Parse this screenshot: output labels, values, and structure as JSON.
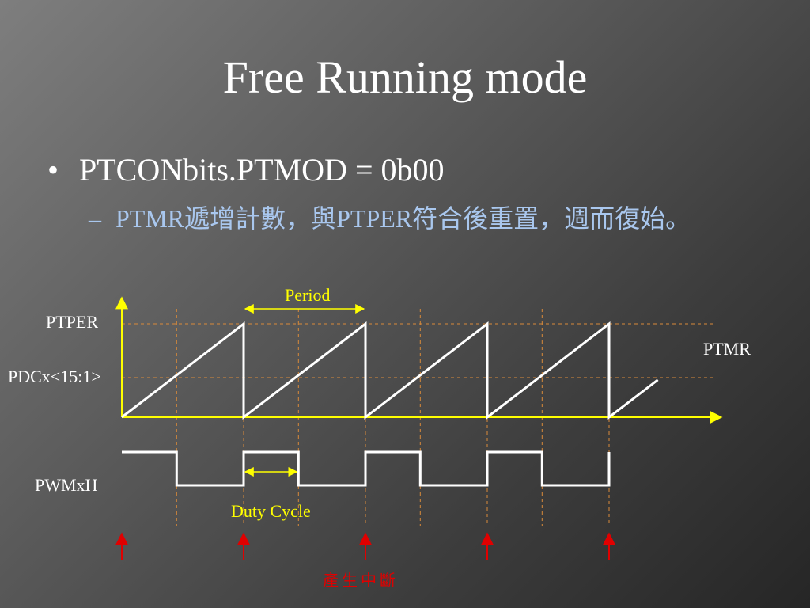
{
  "slide": {
    "title": "Free Running mode",
    "bullet": "PTCONbits.PTMOD = 0b00",
    "sub_dash": "–",
    "sub_bullet": "PTMR遞增計數，與PTPER符合後重置，週而復始。"
  },
  "diagram": {
    "labels": {
      "ptper": "PTPER",
      "pdc": "PDCx<15:1>",
      "ptmr": "PTMR",
      "pwm": "PWMxH",
      "period": "Period",
      "duty": "Duty Cycle",
      "interrupt": "產生中斷"
    },
    "periods_shown": 4.4,
    "duty_fraction": 0.45,
    "colors": {
      "axis": "#ffff00",
      "guide": "#d98a3a",
      "waveform": "#ffffff",
      "interrupt": "#e00000",
      "sub_text": "#a9c7ee"
    }
  }
}
